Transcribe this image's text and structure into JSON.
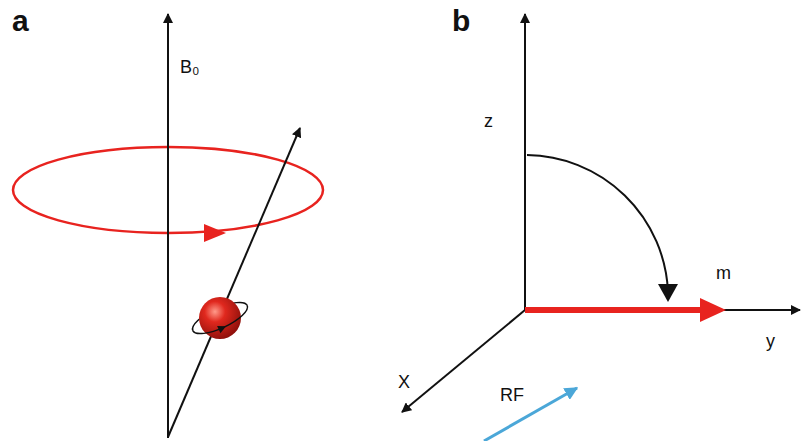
{
  "diagram": {
    "labels": [
      "a",
      "B₀",
      "b",
      "z",
      "m",
      "y",
      "X",
      "RF"
    ]
  }
}
